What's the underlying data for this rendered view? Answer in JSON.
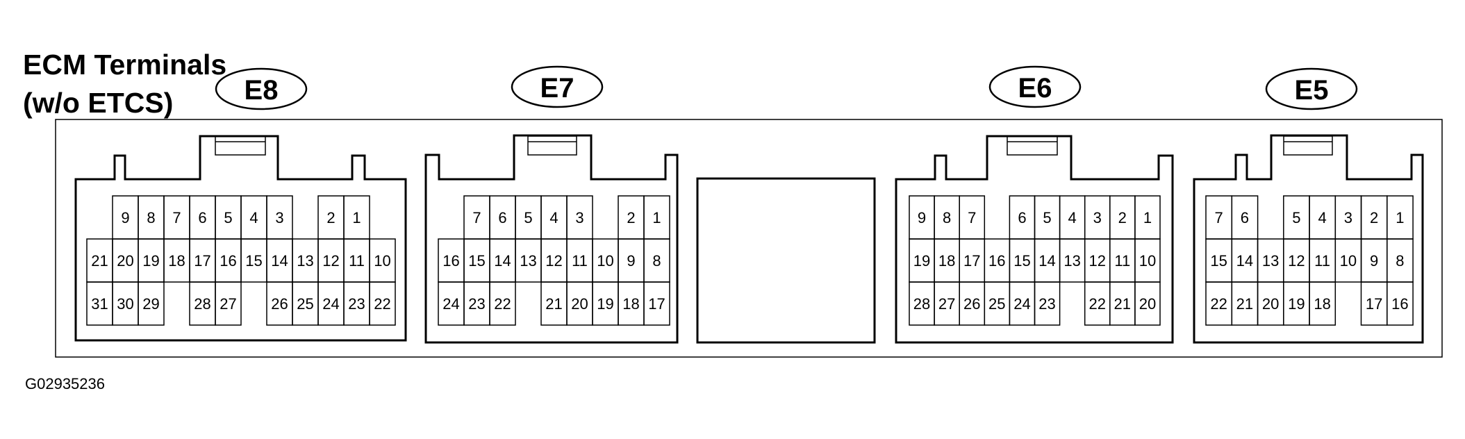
{
  "title_line1": "ECM Terminals",
  "title_line2": "(w/o ETCS)",
  "figure_id": "G02935236",
  "connectors": [
    {
      "label": "E8",
      "rows": [
        [
          "",
          "9",
          "8",
          "7",
          "6",
          "5",
          "4",
          "3",
          "",
          "2",
          "1",
          ""
        ],
        [
          "21",
          "20",
          "19",
          "18",
          "17",
          "16",
          "15",
          "14",
          "13",
          "12",
          "11",
          "10"
        ],
        [
          "31",
          "30",
          "29",
          "",
          "28",
          "27",
          "",
          "26",
          "25",
          "24",
          "23",
          "22"
        ]
      ]
    },
    {
      "label": "E7",
      "rows": [
        [
          "",
          "7",
          "6",
          "5",
          "4",
          "3",
          "",
          "2",
          "1"
        ],
        [
          "16",
          "15",
          "14",
          "13",
          "12",
          "11",
          "10",
          "9",
          "8"
        ],
        [
          "24",
          "23",
          "22",
          "",
          "21",
          "20",
          "19",
          "18",
          "17"
        ]
      ]
    },
    {
      "label": "E6",
      "rows": [
        [
          "9",
          "8",
          "7",
          "",
          "6",
          "5",
          "4",
          "3",
          "2",
          "1"
        ],
        [
          "19",
          "18",
          "17",
          "16",
          "15",
          "14",
          "13",
          "12",
          "11",
          "10"
        ],
        [
          "28",
          "27",
          "26",
          "25",
          "24",
          "23",
          "",
          "22",
          "21",
          "20"
        ]
      ]
    },
    {
      "label": "E5",
      "rows": [
        [
          "7",
          "6",
          "",
          "5",
          "4",
          "3",
          "2",
          "1"
        ],
        [
          "15",
          "14",
          "13",
          "12",
          "11",
          "10",
          "9",
          "8"
        ],
        [
          "22",
          "21",
          "20",
          "19",
          "18",
          "",
          "17",
          "16"
        ]
      ]
    }
  ]
}
